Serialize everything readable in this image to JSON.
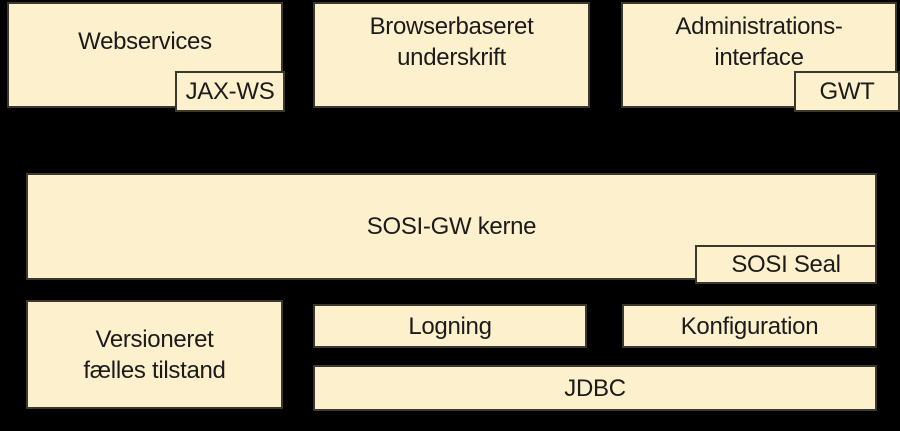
{
  "colors": {
    "background": "#000000",
    "box_fill": "#FDF0CC",
    "box_border": "#3B392D",
    "text": "#1B1B1B"
  },
  "boxes": {
    "webservices": {
      "label": "Webservices"
    },
    "jax_ws": {
      "label": "JAX-WS"
    },
    "browser_signature": {
      "label": "Browserbaseret\nunderskrift"
    },
    "admin_interface": {
      "label": "Administrations-\ninterface"
    },
    "gwt": {
      "label": "GWT"
    },
    "sosi_gw_core": {
      "label": "SOSI-GW kerne"
    },
    "sosi_seal": {
      "label": "SOSI Seal"
    },
    "versioned_shared_state": {
      "label": "Versioneret\nfælles tilstand"
    },
    "logging": {
      "label": "Logning"
    },
    "configuration": {
      "label": "Konfiguration"
    },
    "jdbc": {
      "label": "JDBC"
    }
  }
}
